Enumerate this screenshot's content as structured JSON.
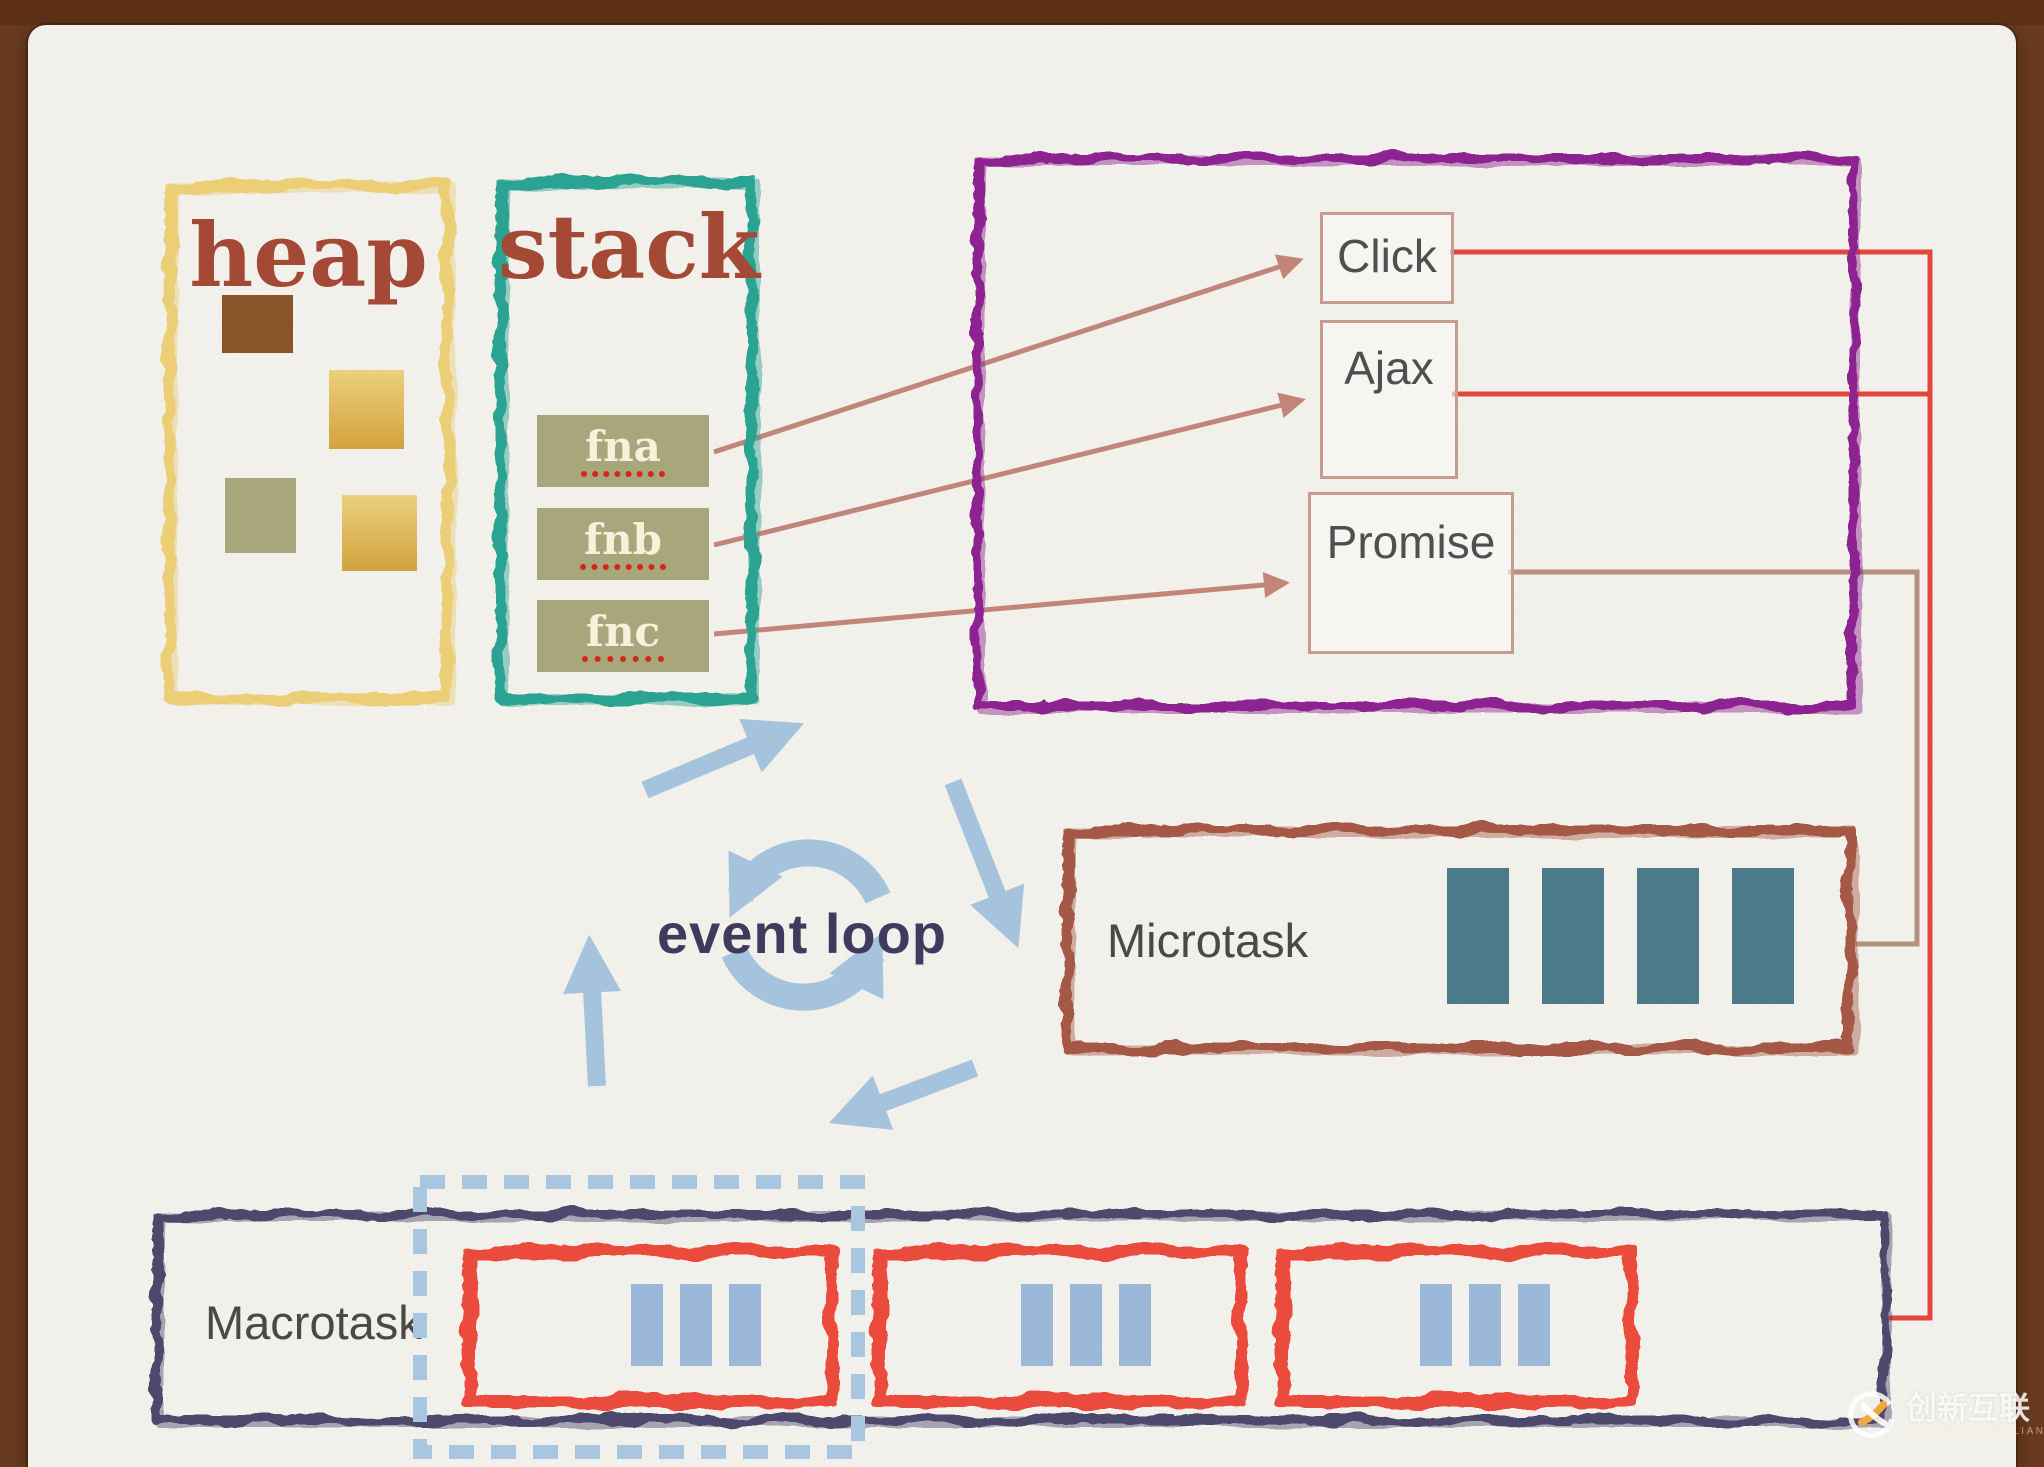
{
  "heap": {
    "title": "heap",
    "block_colors": [
      "#8a5429",
      "#d9ab4a",
      "#a9a87c",
      "#d9ab4a"
    ]
  },
  "stack": {
    "title": "stack",
    "frames": [
      {
        "label": "fna"
      },
      {
        "label": "fnb"
      },
      {
        "label": "fnc"
      }
    ]
  },
  "webapis": {
    "items": [
      {
        "label": "Click"
      },
      {
        "label": "Ajax"
      },
      {
        "label": "Promise"
      }
    ]
  },
  "event_loop": {
    "label": "event loop"
  },
  "microtask": {
    "label": "Microtask",
    "bar_count": 4
  },
  "macrotask": {
    "label": "Macrotask",
    "group_count": 3,
    "bars_per_group": 3
  },
  "watermark": {
    "brand": "创新互联",
    "subtitle": "CHUANGXIN HULIAN"
  },
  "colors": {
    "wood": "#693a1f",
    "paper": "#f1f0ea",
    "heap_border": "#ecce77",
    "stack_border": "#2ba392",
    "webapi_border": "#8d2391",
    "microtask_border": "#a65847",
    "macrotask_border": "#4e4a6d",
    "task_border": "#ea4b3c",
    "title_red": "#a54937",
    "frame_fill": "#a8a67d",
    "teal_bar": "#4d7a88",
    "blue_bar": "#9cb8d8",
    "arrow_blue": "#a6c3de",
    "connector_red": "#e2473d",
    "connector_tan": "#b5907f",
    "stack_arrow": "#c2857a"
  }
}
